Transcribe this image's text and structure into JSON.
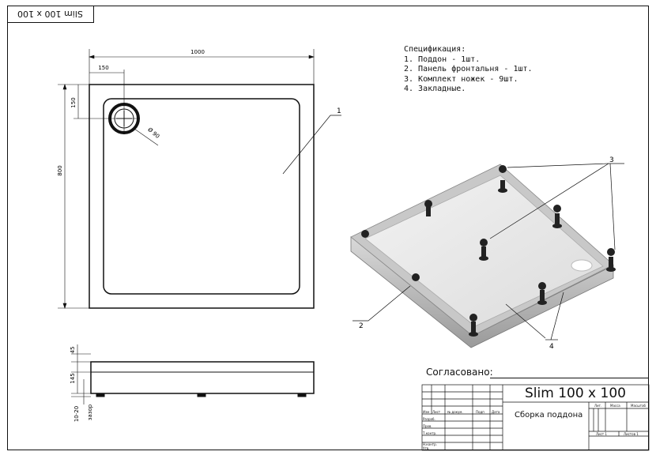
{
  "corner_stamp": "Slim 100 x 100",
  "spec": {
    "title": "Спецификация:",
    "items": [
      "1. Поддон - 1шт.",
      "2. Панель фронтальня - 1шт.",
      "3. Комплект ножек - 9шт.",
      "4. Закладные."
    ]
  },
  "dims": {
    "width": "1000",
    "offset_x": "150",
    "offset_y": "150",
    "height": "800",
    "drain": "Ø 90",
    "h45": "45",
    "h145": "145",
    "gap": "10-20",
    "gap_label": "зазор"
  },
  "callouts": [
    "1",
    "2",
    "3",
    "4"
  ],
  "titleblock": {
    "approved": "Согласовано:",
    "title": "Slim 100 x 100",
    "subtitle": "Сборка поддона",
    "row_labels": [
      "Изм",
      "Лист",
      "№ докум.",
      "Подп",
      "Дата"
    ],
    "left_labels": [
      "Разраб.",
      "Пров.",
      "Т.контр.",
      "Н.контр.",
      "Утв."
    ],
    "lit": "Лит.",
    "mass": "Масса",
    "scale": "Масштаб",
    "sheet": "Лист 1",
    "sheets": "Листов 1"
  }
}
